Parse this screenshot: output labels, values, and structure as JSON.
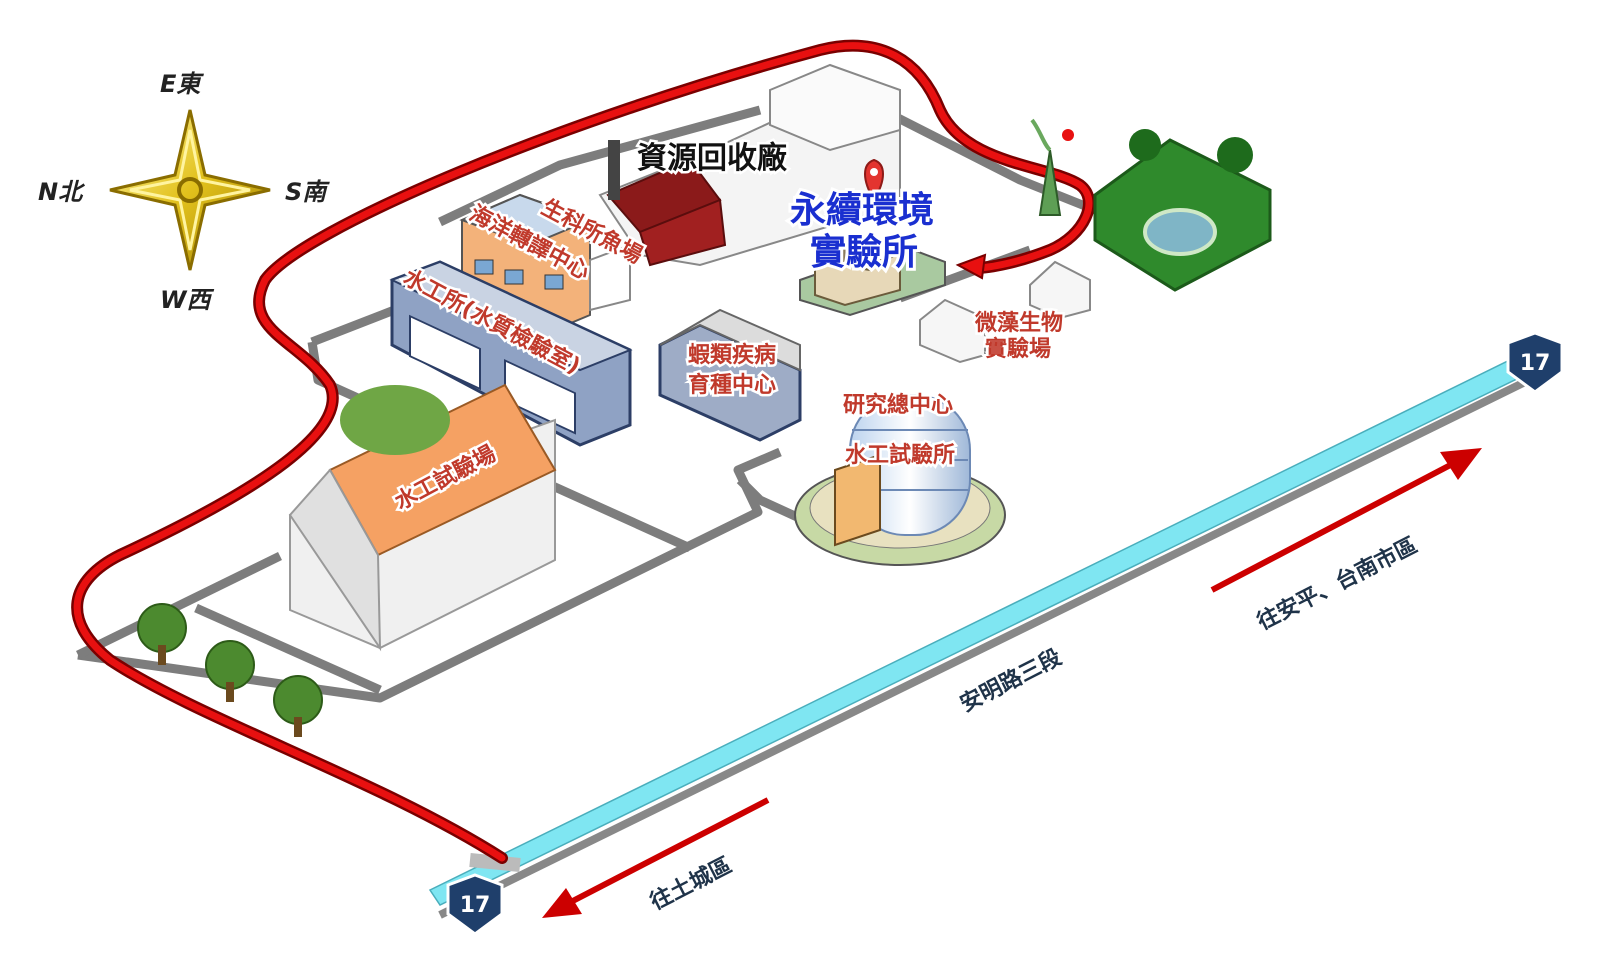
{
  "compass": {
    "east": "E東",
    "south": "S南",
    "west": "W西",
    "north": "N北"
  },
  "buildings": {
    "recycling_plant": "資源回收廠",
    "sustainable_lab_line1": "永續環境",
    "sustainable_lab_line2": "實驗所",
    "bio_fish_farm": "生科所魚場",
    "marine_center": "海洋轉譯中心",
    "water_quality_lab": "水工所(水質檢驗室)",
    "shrimp_disease_line1": "蝦類疾病",
    "shrimp_disease_line2": "育種中心",
    "microalgae_line1": "微藻生物",
    "microalgae_line2": "實驗場",
    "research_center": "研究總中心",
    "hydraulic_institute": "水工試驗所",
    "hydraulic_field": "水工試驗場"
  },
  "roads": {
    "main_road": "安明路三段",
    "highway_badge": "17",
    "to_anping": "往安平、台南市區",
    "to_tucheng": "往土城區"
  },
  "colors": {
    "route": "#d40000",
    "canal": "#7fe6f2",
    "road": "#7a7a7a",
    "label_red": "#c0392b",
    "highway": "#1f3f6b"
  }
}
